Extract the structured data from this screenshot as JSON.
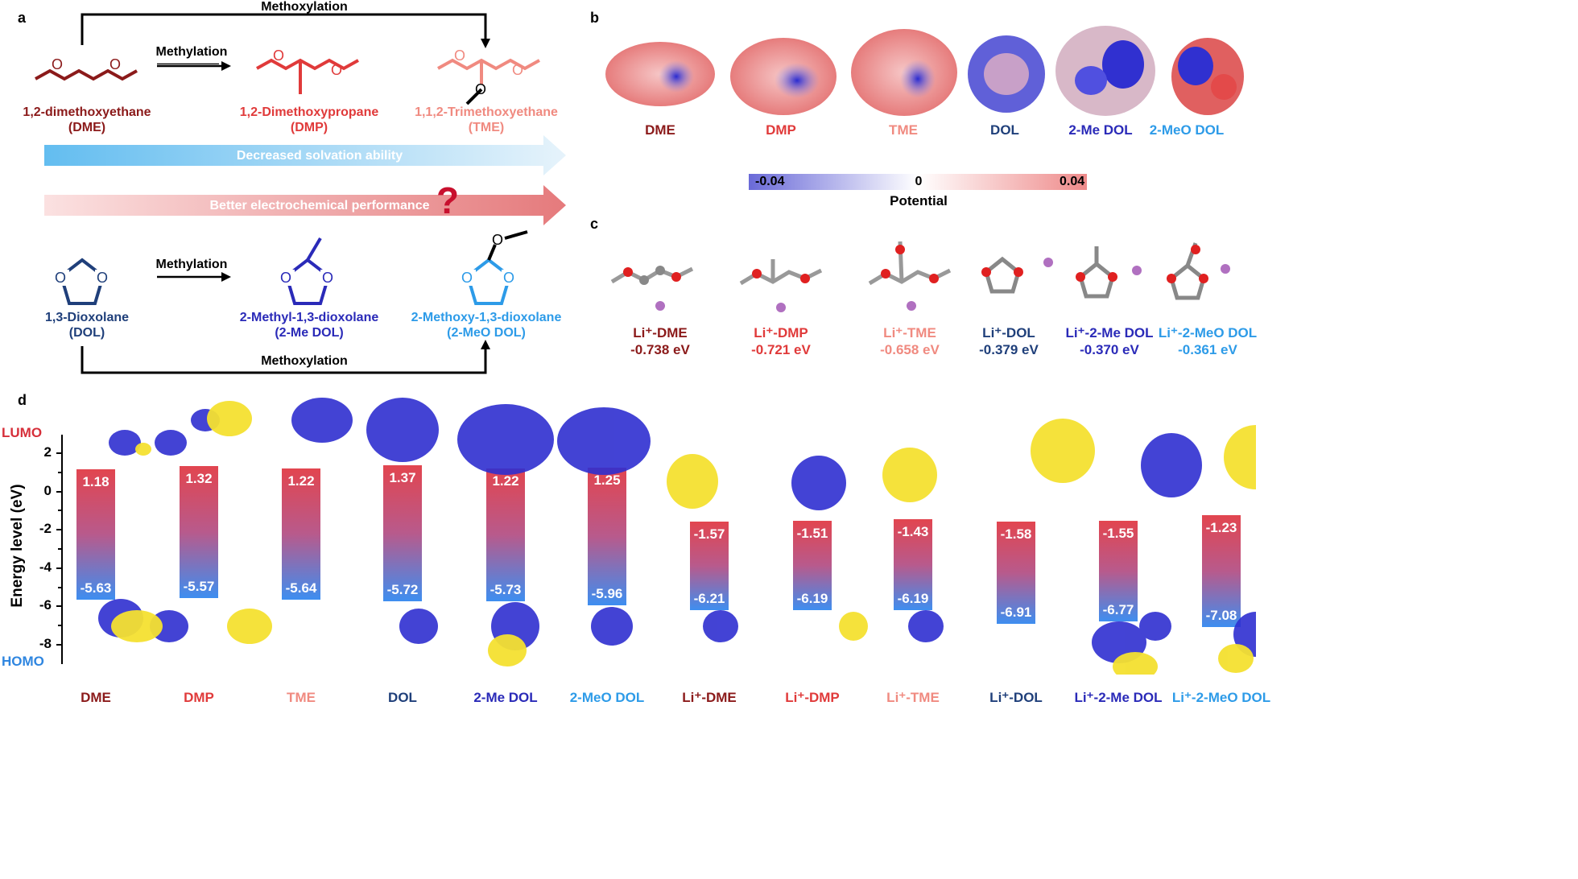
{
  "colors": {
    "dme": "#8b1a1a",
    "dmp": "#e03a3a",
    "tme": "#f08a80",
    "dol": "#1f3f7a",
    "me_dol": "#2a2ab8",
    "meo_dol": "#2d9be8",
    "lumo": "#d62f3a",
    "homo": "#2f86e0"
  },
  "panel_a": {
    "letter": "a",
    "methoxylation_top": "Methoxylation",
    "methylation_top": "Methylation",
    "dme_name": "1,2-dimethoxyethane",
    "dme_abbr": "(DME)",
    "dmp_name": "1,2-Dimethoxypropane",
    "dmp_abbr": "(DMP)",
    "tme_name": "1,1,2-Trimethoxyethane",
    "tme_abbr": "(TME)",
    "band1": "Decreased solvation ability",
    "band2": "Better electrochemical performance",
    "question": "?",
    "methylation_bottom": "Methylation",
    "dol_name": "1,3-Dioxolane",
    "dol_abbr": "(DOL)",
    "medol_name": "2-Methyl-1,3-dioxolane",
    "medol_abbr": "(2-Me DOL)",
    "meodol_name": "2-Methoxy-1,3-dioxolane",
    "meodol_abbr": "(2-MeO DOL)",
    "methoxylation_bottom": "Methoxylation"
  },
  "panel_b": {
    "letter": "b",
    "labels": [
      "DME",
      "DMP",
      "TME",
      "DOL",
      "2-Me DOL",
      "2-MeO DOL"
    ],
    "scale_min": "-0.04",
    "scale_mid": "0",
    "scale_max": "0.04",
    "scale_title": "Potential"
  },
  "panel_c": {
    "letter": "c",
    "items": [
      {
        "name": "Li⁺-DME",
        "energy": "-0.738 eV"
      },
      {
        "name": "Li⁺-DMP",
        "energy": "-0.721 eV"
      },
      {
        "name": "Li⁺-TME",
        "energy": "-0.658 eV"
      },
      {
        "name": "Li⁺-DOL",
        "energy": "-0.379 eV"
      },
      {
        "name": "Li⁺-2-Me DOL",
        "energy": "-0.370 eV"
      },
      {
        "name": "Li⁺-2-MeO DOL",
        "energy": "-0.361 eV"
      }
    ]
  },
  "panel_d": {
    "letter": "d",
    "lumo_label": "LUMO",
    "homo_label": "HOMO",
    "ylabel": "Energy level (eV)",
    "yticks": [
      "2",
      "0",
      "-2",
      "-4",
      "-6",
      "-8"
    ],
    "chart_data": {
      "type": "bar",
      "categories": [
        "DME",
        "DMP",
        "TME",
        "DOL",
        "2-Me DOL",
        "2-MeO DOL",
        "Li⁺-DME",
        "Li⁺-DMP",
        "Li⁺-TME",
        "Li⁺-DOL",
        "Li⁺-2-Me DOL",
        "Li⁺-2-MeO DOL"
      ],
      "lumo": [
        1.18,
        1.32,
        1.22,
        1.37,
        1.22,
        1.25,
        -1.57,
        -1.51,
        -1.43,
        -1.58,
        -1.55,
        -1.23
      ],
      "homo": [
        -5.63,
        -5.57,
        -5.64,
        -5.72,
        -5.73,
        -5.96,
        -6.21,
        -6.19,
        -6.19,
        -6.91,
        -6.77,
        -7.08
      ],
      "lumo_text": [
        "1.18",
        "1.32",
        "1.22",
        "1.37",
        "1.22",
        "1.25",
        "-1.57",
        "-1.51",
        "-1.43",
        "-1.58",
        "-1.55",
        "-1.23"
      ],
      "homo_text": [
        "-5.63",
        "-5.57",
        "-5.64",
        "-5.72",
        "-5.73",
        "-5.96",
        "-6.21",
        "-6.19",
        "-6.19",
        "-6.91",
        "-6.77",
        "-7.08"
      ],
      "ylabel": "Energy level (eV)",
      "ylim": [
        -9,
        3
      ]
    }
  }
}
